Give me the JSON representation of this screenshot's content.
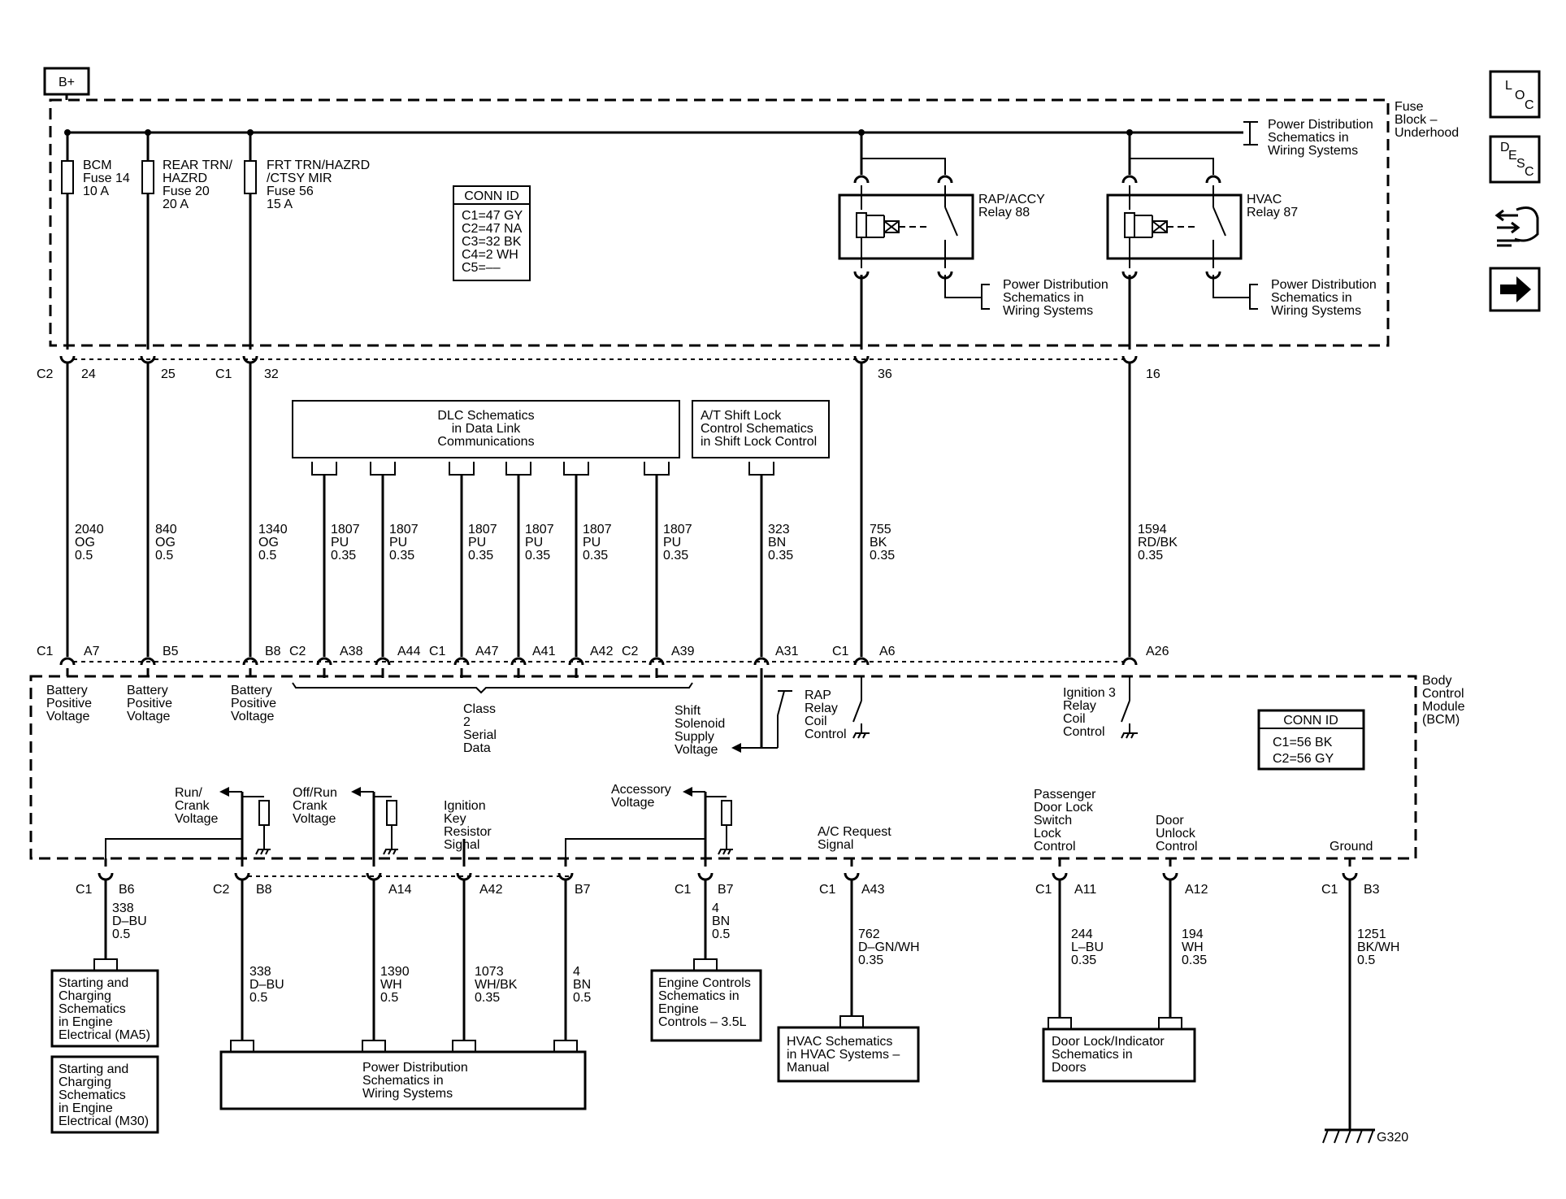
{
  "b_plus": "B+",
  "fuse_block": {
    "label": [
      "Fuse",
      "Block –",
      "Underhood"
    ]
  },
  "fuses": [
    {
      "lines": [
        "BCM",
        "Fuse 14",
        "10 A"
      ]
    },
    {
      "lines": [
        "REAR TRN/",
        "HAZRD",
        "Fuse 20",
        "20 A"
      ]
    },
    {
      "lines": [
        "FRT TRN/HAZRD",
        "/CTSY MIR",
        "Fuse 56",
        "15 A"
      ]
    }
  ],
  "conn_id_top": {
    "title": "CONN ID",
    "lines": [
      "C1=47 GY",
      "C2=47 NA",
      "C3=32 BK",
      "C4=2 WH",
      "C5=––"
    ]
  },
  "relays": [
    {
      "lines": [
        "RAP/ACCY",
        "Relay 88"
      ]
    },
    {
      "lines": [
        "HVAC",
        "Relay 87"
      ]
    }
  ],
  "power_dist_text": [
    "Power Distribution",
    "Schematics in",
    "Wiring Systems"
  ],
  "top_pins": {
    "c2": "C2",
    "p24": "24",
    "p25": "25",
    "c1": "C1",
    "p32": "32",
    "p36": "36",
    "p16": "16"
  },
  "dlc_box": [
    "DLC Schematics",
    "in Data Link",
    "Communications"
  ],
  "shift_box": [
    "A/T Shift Lock",
    "Control Schematics",
    "in Shift Lock Control"
  ],
  "wires_mid": [
    [
      "2040",
      "OG",
      "0.5"
    ],
    [
      "840",
      "OG",
      "0.5"
    ],
    [
      "1340",
      "OG",
      "0.5"
    ],
    [
      "1807",
      "PU",
      "0.35"
    ],
    [
      "1807",
      "PU",
      "0.35"
    ],
    [
      "1807",
      "PU",
      "0.35"
    ],
    [
      "1807",
      "PU",
      "0.35"
    ],
    [
      "1807",
      "PU",
      "0.35"
    ],
    [
      "1807",
      "PU",
      "0.35"
    ],
    [
      "323",
      "BN",
      "0.35"
    ],
    [
      "755",
      "BK",
      "0.35"
    ],
    [
      "1594",
      "RD/BK",
      "0.35"
    ]
  ],
  "bcm_top_pins": [
    "C1",
    "A7",
    "B5",
    "B8",
    "C2",
    "A38",
    "A44",
    "C1",
    "A47",
    "A41",
    "A42",
    "C2",
    "A39",
    "A31",
    "C1",
    "A6",
    "A26"
  ],
  "bcm": {
    "label": [
      "Body",
      "Control",
      "Module",
      "(BCM)"
    ]
  },
  "conn_id_bcm": {
    "title": "CONN ID",
    "lines": [
      "C1=56 BK",
      "C2=56 GY"
    ]
  },
  "bcm_top_labels": {
    "batt": [
      "Battery",
      "Positive",
      "Voltage"
    ],
    "class2": [
      "Class",
      "2",
      "Serial",
      "Data"
    ],
    "shift_sol": [
      "Shift",
      "Solenoid",
      "Supply",
      "Voltage"
    ],
    "rap_coil": [
      "RAP",
      "Relay",
      "Coil",
      "Control"
    ],
    "ign3": [
      "Ignition 3",
      "Relay",
      "Coil",
      "Control"
    ]
  },
  "bcm_bottom_labels": {
    "run_crank": [
      "Run/",
      "Crank",
      "Voltage"
    ],
    "off_run": [
      "Off/Run",
      "Crank",
      "Voltage"
    ],
    "ign_key": [
      "Ignition",
      "Key",
      "Resistor",
      "Signal"
    ],
    "accessory": [
      "Accessory",
      "Voltage"
    ],
    "ac_req": [
      "A/C Request",
      "Signal"
    ],
    "pass_door": [
      "Passenger",
      "Door Lock",
      "Switch",
      "Lock",
      "Control"
    ],
    "door_unlock": [
      "Door",
      "Unlock",
      "Control"
    ],
    "ground": [
      "Ground"
    ]
  },
  "bottom_pins": [
    "C1",
    "B6",
    "C2",
    "B8",
    "A14",
    "A42",
    "B7",
    "C1",
    "B7",
    "C1",
    "A43",
    "C1",
    "A11",
    "A12",
    "C1",
    "B3"
  ],
  "wires_bottom": [
    [
      "338",
      "D–BU",
      "0.5"
    ],
    [
      "338",
      "D–BU",
      "0.5"
    ],
    [
      "1390",
      "WH",
      "0.5"
    ],
    [
      "1073",
      "WH/BK",
      "0.35"
    ],
    [
      "4",
      "BN",
      "0.5"
    ],
    [
      "4",
      "BN",
      "0.5"
    ],
    [
      "762",
      "D–GN/WH",
      "0.35"
    ],
    [
      "244",
      "L–BU",
      "0.35"
    ],
    [
      "194",
      "WH",
      "0.35"
    ],
    [
      "1251",
      "BK/WH",
      "0.5"
    ]
  ],
  "bottom_boxes": {
    "start_ma5": [
      "Starting and",
      "Charging",
      "Schematics",
      "in Engine",
      "Electrical (MA5)"
    ],
    "start_m30": [
      "Starting and",
      "Charging",
      "Schematics",
      "in Engine",
      "Electrical (M30)"
    ],
    "power_dist": [
      "Power Distribution",
      "Schematics in",
      "Wiring Systems"
    ],
    "engine": [
      "Engine Controls",
      "Schematics in",
      "Engine",
      "Controls – 3.5L"
    ],
    "hvac": [
      "HVAC Schematics",
      "in HVAC Systems –",
      "Manual"
    ],
    "door_lock": [
      "Door Lock/Indicator",
      "Schematics in",
      "Doors"
    ]
  },
  "ground_id": "G320",
  "side_icons": {
    "loc": [
      "L",
      "O",
      "C"
    ],
    "desc": [
      "D",
      "E",
      "S",
      "C"
    ],
    "names": [
      "loc-icon",
      "desc-icon",
      "connector-icon",
      "next-arrow-icon"
    ]
  }
}
